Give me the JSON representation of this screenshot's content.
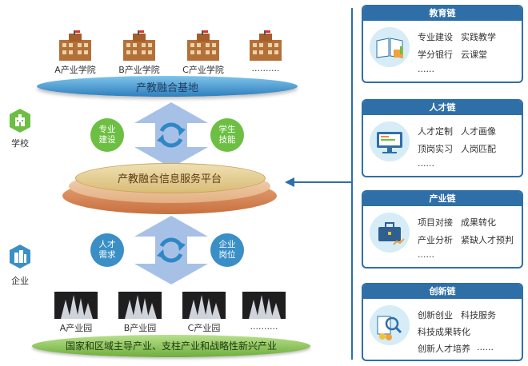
{
  "academies": [
    "A产业学院",
    "B产业学院",
    "C产业学院",
    ".........."
  ],
  "base_label": "产教融合基地",
  "top_circles": {
    "left": "专业\n建设",
    "right": "学生\n技能"
  },
  "school_label": "学校",
  "platform_label": "产教融合信息服务平台",
  "bottom_circles": {
    "left": "人才\n需求",
    "right": "企业\n岗位"
  },
  "enterprise_label": "企业",
  "parks": [
    "A产业园",
    "B产业园",
    "C产业园",
    ".........."
  ],
  "industry_label": "国家和区域主导产业、支柱产业和战略性新兴产业",
  "chains": [
    {
      "title": "教育链",
      "lines": [
        [
          "专业建设",
          "实践教学"
        ],
        [
          "学分银行",
          "云课堂"
        ],
        [
          "......"
        ]
      ]
    },
    {
      "title": "人才链",
      "lines": [
        [
          "人才定制",
          "人才画像"
        ],
        [
          "顶岗实习",
          "人岗匹配"
        ],
        [
          "......"
        ]
      ]
    },
    {
      "title": "产业链",
      "lines": [
        [
          "项目对接",
          "成果转化"
        ],
        [
          "产业分析",
          "紧缺人才预判"
        ],
        [
          "......"
        ]
      ]
    },
    {
      "title": "创新链",
      "lines": [
        [
          "创新创业",
          "科技服务"
        ],
        [
          "科技成果转化"
        ],
        [
          "创新人才培养",
          "......"
        ]
      ]
    }
  ],
  "colors": {
    "navy": "#2f6fa8",
    "green": "#6cbf43",
    "blue": "#3a8fc7",
    "arrow": "#a7c1e6"
  }
}
